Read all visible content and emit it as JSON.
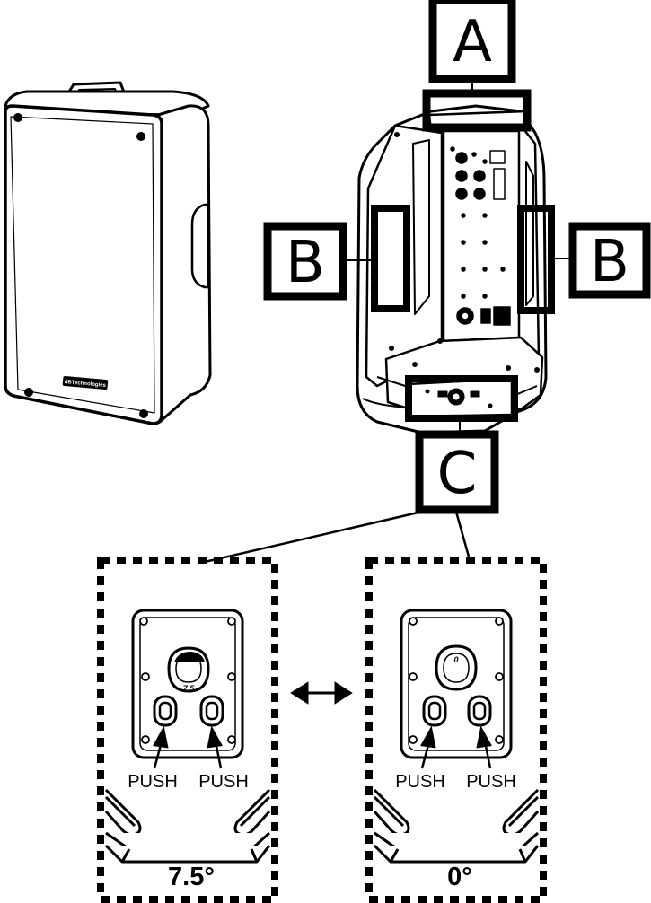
{
  "callouts": {
    "a": "A",
    "b_left": "B",
    "b_right": "B",
    "c": "C"
  },
  "panel_left": {
    "push_left": "PUSH",
    "push_right": "PUSH",
    "dial_mark": "7.5",
    "caption": "7.5°"
  },
  "panel_right": {
    "push_left": "PUSH",
    "push_right": "PUSH",
    "dial_mark": "0",
    "caption": "0°"
  },
  "front_logo": "dBTechnologies",
  "icons": {
    "toggle": "double-arrow-icon"
  },
  "colors": {
    "ink": "#000000",
    "paper": "#ffffff"
  }
}
